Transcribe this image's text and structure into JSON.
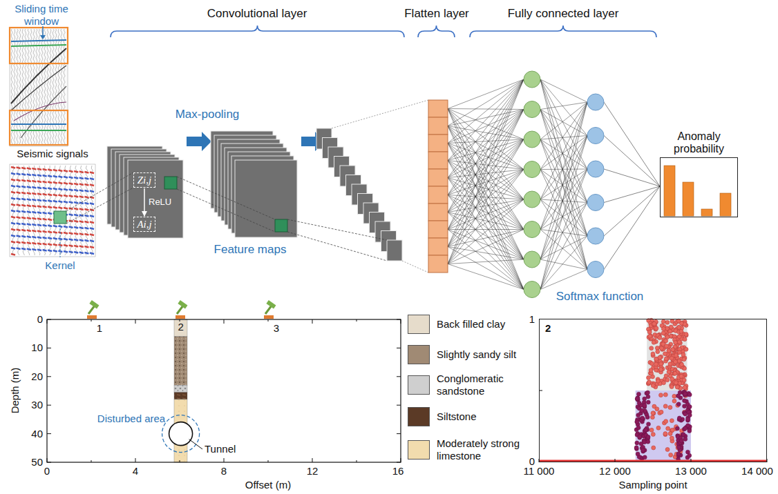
{
  "diagram": {
    "nodes": [
      {
        "text": [
          "Zi,j"
        ]
      },
      {
        "text": [
          "Ai,j"
        ]
      },
      {
        "text": [
          "Anomaly probability"
        ]
      },
      {
        "text": [
          "2"
        ]
      }
    ],
    "edges": [
      {
        "from": 0,
        "to": 1,
        "arrow": "to",
        "label": "ReLU"
      }
    ],
    "labels": [
      "Sliding time window",
      "Seismic signals",
      "Kernel",
      "Convolutional layer",
      "Max-pooling",
      "Feature maps",
      "Flatten layer",
      "Fully connected layer",
      "Softmax function",
      "0",
      "10",
      "20",
      "30",
      "40",
      "50",
      "Depth (m)",
      "0",
      "4",
      "8",
      "12",
      "16",
      "Offset (m)",
      "1",
      "2",
      "3",
      "Disturbed area",
      "Tunnel",
      "1",
      "0",
      "11 000",
      "12 000",
      "13 000",
      "14 000",
      "Sampling point"
    ],
    "legend": [
      {
        "text": "Back filled clay",
        "color": "#e6dccb"
      },
      {
        "text": "Slightly sandy silt",
        "color": "#a08a74"
      },
      {
        "text": "Conglomeratic sandstone",
        "color": "#cfcfcf"
      },
      {
        "text": "Siltstone",
        "color": "#5b3a26"
      },
      {
        "text": "Moderately strong limestone",
        "color": "#f2dcae"
      }
    ]
  }
}
